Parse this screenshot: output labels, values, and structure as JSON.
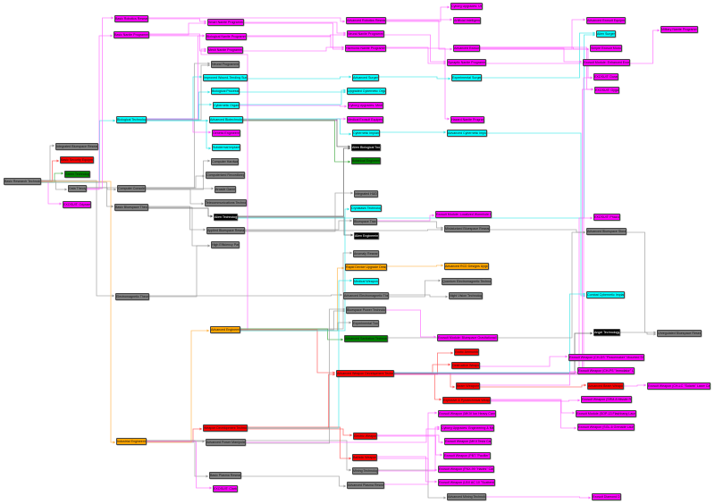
{
  "colors": {
    "gray": "#808080",
    "magenta": "#ff00ff",
    "cyan": "#00ffff",
    "red": "#ff0000",
    "green": "#008000",
    "orange": "#ffa500",
    "black": "#000000"
  },
  "nodes": [
    {
      "id": "brt",
      "label": "Basic Research Technology",
      "color": "gray"
    },
    {
      "id": "ibr",
      "label": "Integrated Bluespace Research",
      "color": "gray"
    },
    {
      "id": "bse",
      "label": "Basic Security Equipment",
      "color": "red"
    },
    {
      "id": "gt",
      "label": "Green Technology",
      "color": "green"
    },
    {
      "id": "dt",
      "label": "Data Theory",
      "color": "gray"
    },
    {
      "id": "eod",
      "label": "EXOSUIT: Odysseus",
      "color": "magenta"
    },
    {
      "id": "brr",
      "label": "Basic Robotics Research",
      "color": "magenta"
    },
    {
      "id": "bnp",
      "label": "Basic Nanite Programming",
      "color": "magenta"
    },
    {
      "id": "snp",
      "label": "Smart Nanite Programming",
      "color": "magenta"
    },
    {
      "id": "bionp",
      "label": "Biological Nanite Programming",
      "color": "magenta"
    },
    {
      "id": "mnp",
      "label": "Mesh Nanite Programming",
      "color": "magenta"
    },
    {
      "id": "np",
      "label": "Neural Programming",
      "color": "gray"
    },
    {
      "id": "iwts",
      "label": "Improved Wound-Tending Surgery",
      "color": "cyan"
    },
    {
      "id": "bp",
      "label": "Biological Processing",
      "color": "cyan"
    },
    {
      "id": "co",
      "label": "Cybernetic Organs",
      "color": "cyan"
    },
    {
      "id": "ab",
      "label": "Advanced Biotechnology",
      "color": "cyan"
    },
    {
      "id": "ge",
      "label": "Genetic Engineering",
      "color": "magenta"
    },
    {
      "id": "si",
      "label": "Subdermal Implants",
      "color": "cyan"
    },
    {
      "id": "bt",
      "label": "Biological Technology",
      "color": "cyan"
    },
    {
      "id": "ch",
      "label": "Computer Hardware",
      "color": "gray"
    },
    {
      "id": "cr",
      "label": "Computerized Recordkeeping",
      "color": "gray"
    },
    {
      "id": "ag",
      "label": "Arcade Games",
      "color": "gray"
    },
    {
      "id": "tt",
      "label": "Telecommunications Technology",
      "color": "gray"
    },
    {
      "id": "cc",
      "label": "Computer Consoles",
      "color": "gray"
    },
    {
      "id": "bbt",
      "label": "Basic Bluespace Theory",
      "color": "gray"
    },
    {
      "id": "at",
      "label": "Alien Technology",
      "color": "black"
    },
    {
      "id": "abr",
      "label": "Applied Bluespace Research",
      "color": "gray"
    },
    {
      "id": "hep",
      "label": "High Efficiency Parts",
      "color": "gray"
    },
    {
      "id": "emt",
      "label": "Electromagnetic Theory",
      "color": "gray"
    },
    {
      "id": "ae",
      "label": "Advanced Engineering",
      "color": "orange"
    },
    {
      "id": "ie",
      "label": "Industrial Engineering",
      "color": "orange"
    },
    {
      "id": "wdt",
      "label": "Weapon Development Technology",
      "color": "red"
    },
    {
      "id": "apm",
      "label": "Advanced Power Manipulation",
      "color": "gray"
    },
    {
      "id": "bpr",
      "label": "Basic Plasma Research",
      "color": "gray"
    },
    {
      "id": "ecl",
      "label": "EXOSUIT: Clarke",
      "color": "magenta"
    },
    {
      "id": "arr",
      "label": "Advanced Robotics Research",
      "color": "magenta"
    },
    {
      "id": "nnp",
      "label": "Neural Nanite Programming",
      "color": "magenta"
    },
    {
      "id": "hnp",
      "label": "Harmonic Nanite Programming",
      "color": "magenta"
    },
    {
      "id": "as",
      "label": "Advanced Surgery",
      "color": "cyan"
    },
    {
      "id": "uco",
      "label": "Upgraded Cybernetic Organs",
      "color": "cyan"
    },
    {
      "id": "cum",
      "label": "Cyborg Upgrades: Medical",
      "color": "magenta"
    },
    {
      "id": "mee",
      "label": "Medical Exosuit Equipment",
      "color": "magenta"
    },
    {
      "id": "ci",
      "label": "Cybernetic Implants",
      "color": "cyan"
    },
    {
      "id": "abt",
      "label": "Alien Biological Tools",
      "color": "black"
    },
    {
      "id": "bte",
      "label": "Botanical Engineering",
      "color": "green"
    },
    {
      "id": "cuu",
      "label": "Cyborg Upgrades: Utility",
      "color": "magenta"
    },
    {
      "id": "ai",
      "label": "Artificial Intelligence",
      "color": "magenta"
    },
    {
      "id": "aex",
      "label": "Advanced Exosuits",
      "color": "magenta"
    },
    {
      "id": "synp",
      "label": "Synaptic Nanite Programming",
      "color": "magenta"
    },
    {
      "id": "es",
      "label": "Experimental Surgery",
      "color": "cyan"
    },
    {
      "id": "hnpr",
      "label": "Hazard Nanite Programs",
      "color": "magenta"
    },
    {
      "id": "aci",
      "label": "Advanced Cybernetic Implants",
      "color": "cyan"
    },
    {
      "id": "aee",
      "label": "Advanced Exosuit Equipment",
      "color": "magenta"
    },
    {
      "id": "mnpr",
      "label": "Military Nanite Programming",
      "color": "magenta"
    },
    {
      "id": "als",
      "label": "Alien Surgery",
      "color": "cyan"
    },
    {
      "id": "sem",
      "label": "Simple Exosuit Modules",
      "color": "magenta"
    },
    {
      "id": "eme",
      "label": "Exosuit Module: Enhanced Exosuit Module",
      "color": "magenta"
    },
    {
      "id": "edu",
      "label": "EXOSUIT: Durand",
      "color": "magenta"
    },
    {
      "id": "egy",
      "label": "EXOSUIT: Gygax",
      "color": "magenta"
    },
    {
      "id": "ihud",
      "label": "Integrated HUDs",
      "color": "gray"
    },
    {
      "id": "cryo",
      "label": "Cryostasis Technology",
      "color": "cyan"
    },
    {
      "id": "btr",
      "label": "Bluespace Travel",
      "color": "gray"
    },
    {
      "id": "aen",
      "label": "Alien Engineering",
      "color": "black"
    },
    {
      "id": "anr",
      "label": "Anomaly Research",
      "color": "gray"
    },
    {
      "id": "rdu",
      "label": "Rapid Device Upgrade Designs",
      "color": "orange"
    },
    {
      "id": "mw",
      "label": "Medical Weaponry",
      "color": "cyan"
    },
    {
      "id": "aemt",
      "label": "Advanced Electromagnetic Theory",
      "color": "gray"
    },
    {
      "id": "bspt",
      "label": "Bluespace Power Technology",
      "color": "gray"
    },
    {
      "id": "ext",
      "label": "Experimental Tools",
      "color": "gray"
    },
    {
      "id": "ast",
      "label": "Advanced Sanitation Technology",
      "color": "green"
    },
    {
      "id": "emw",
      "label": "Exosuit Module: Localized Wormhole Generator",
      "color": "magenta"
    },
    {
      "id": "mbr",
      "label": "Miniaturized Bluespace Research",
      "color": "gray"
    },
    {
      "id": "ard",
      "label": "Advanced RCD Designs Upgrade",
      "color": "orange"
    },
    {
      "id": "qet",
      "label": "Quantum Electromagnetic Technology",
      "color": "gray"
    },
    {
      "id": "nvt",
      "label": "Night Vision Technology",
      "color": "gray"
    },
    {
      "id": "egm",
      "label": "Exosuit Module: Bluespace Gravitational Manipulator",
      "color": "magenta"
    },
    {
      "id": "eph",
      "label": "EXOSUIT: Phazon",
      "color": "magenta"
    },
    {
      "id": "abs",
      "label": "Advanced Bluespace Storage",
      "color": "gray"
    },
    {
      "id": "cci",
      "label": "Combat Cybernetic Implants",
      "color": "cyan"
    },
    {
      "id": "angt",
      "label": "Angel Technology",
      "color": "black"
    },
    {
      "id": "ubr",
      "label": "Unregulated Bluespace Research",
      "color": "gray"
    },
    {
      "id": "awdt",
      "label": "Advanced Weapon Development Technology",
      "color": "red"
    },
    {
      "id": "exa",
      "label": "Exotic Ammunition",
      "color": "red"
    },
    {
      "id": "dw",
      "label": "Destructive Weaponry",
      "color": "red"
    },
    {
      "id": "bw",
      "label": "Beam Weaponry",
      "color": "red"
    },
    {
      "id": "epw",
      "label": "Explosive & Pyrotechnical Weaponry",
      "color": "red"
    },
    {
      "id": "ew1",
      "label": "Exosuit Weapon (MKIV Ion Heavy Cannon)",
      "color": "magenta"
    },
    {
      "id": "cue",
      "label": "Cyborg Upgrades: Engineering & Mining",
      "color": "magenta"
    },
    {
      "id": "ew2",
      "label": "Exosuit Weapon (MKII Tesla Cannon)",
      "color": "magenta"
    },
    {
      "id": "ew3",
      "label": "Exosuit Weapon (PBT \"Pacifier\" Mounted Taser)",
      "color": "magenta"
    },
    {
      "id": "ew4",
      "label": "Exosuit Weapon (FNX-99 \"Hades\" Carbine)",
      "color": "magenta"
    },
    {
      "id": "ew5",
      "label": "Exosuit Weapon (LBX AC 10 \"Scattershot\")",
      "color": "magenta"
    },
    {
      "id": "elw",
      "label": "Electric Weaponry",
      "color": "red"
    },
    {
      "id": "blw",
      "label": "Ballistic Weaponry",
      "color": "red"
    },
    {
      "id": "mt",
      "label": "Mining Technology",
      "color": "gray"
    },
    {
      "id": "apr",
      "label": "Advanced Plasma Research",
      "color": "gray"
    },
    {
      "id": "amt",
      "label": "Advanced Mining Technology",
      "color": "gray"
    },
    {
      "id": "ew6",
      "label": "Exosuit Weapon (CH-DS \"Peacemaker\" Mounted Shotgun)",
      "color": "magenta"
    },
    {
      "id": "ew7",
      "label": "Exosuit Weapon (CH-PS \"Immolator\" Laser)",
      "color": "magenta"
    },
    {
      "id": "abw",
      "label": "Advanced Beam Weaponry",
      "color": "red"
    },
    {
      "id": "ew8",
      "label": "Exosuit Weapon (CH-LC \"Solaris\" Laser Cannon)",
      "color": "magenta"
    },
    {
      "id": "ew9",
      "label": "Exosuit Weapon (SRM-8 Missile Rack)",
      "color": "magenta"
    },
    {
      "id": "ew10",
      "label": "Exosuit Module (SOP-13 Flashbang Launcher)",
      "color": "magenta"
    },
    {
      "id": "ew11",
      "label": "Exosuit Weapon (SGL-6 Grenade Launcher)",
      "color": "magenta"
    },
    {
      "id": "edd",
      "label": "Exosuit Diamond Drill",
      "color": "magenta"
    }
  ],
  "edges": [
    [
      "brt",
      "ibr"
    ],
    [
      "brt",
      "bse"
    ],
    [
      "brt",
      "gt"
    ],
    [
      "brt",
      "dt"
    ],
    [
      "brt",
      "eod"
    ],
    [
      "brt",
      "bt"
    ],
    [
      "brt",
      "emt"
    ],
    [
      "brt",
      "ie"
    ],
    [
      "brt",
      "bbt"
    ],
    [
      "dt",
      "cc"
    ],
    [
      "dt",
      "brr"
    ],
    [
      "dt",
      "bnp"
    ],
    [
      "dt",
      "np"
    ],
    [
      "bnp",
      "snp"
    ],
    [
      "bnp",
      "bionp"
    ],
    [
      "bnp",
      "mnp"
    ],
    [
      "snp",
      "nnp"
    ],
    [
      "snp",
      "hnp"
    ],
    [
      "bionp",
      "hnp"
    ],
    [
      "bionp",
      "nnp"
    ],
    [
      "mnp",
      "hnp"
    ],
    [
      "brr",
      "arr"
    ],
    [
      "brr",
      "snp"
    ],
    [
      "arr",
      "cuu"
    ],
    [
      "arr",
      "ai"
    ],
    [
      "arr",
      "aex"
    ],
    [
      "nnp",
      "synp"
    ],
    [
      "hnp",
      "synp"
    ],
    [
      "hnp",
      "hnpr"
    ],
    [
      "synp",
      "mnpr"
    ],
    [
      "bt",
      "iwts"
    ],
    [
      "bt",
      "bp"
    ],
    [
      "bt",
      "co"
    ],
    [
      "bt",
      "ab"
    ],
    [
      "bt",
      "ge"
    ],
    [
      "bt",
      "si"
    ],
    [
      "bt",
      "bionp"
    ],
    [
      "bt",
      "np"
    ],
    [
      "iwts",
      "as"
    ],
    [
      "as",
      "es"
    ],
    [
      "es",
      "als"
    ],
    [
      "bp",
      "uco"
    ],
    [
      "co",
      "uco"
    ],
    [
      "co",
      "cum"
    ],
    [
      "ab",
      "mee"
    ],
    [
      "ab",
      "ci"
    ],
    [
      "ab",
      "abt"
    ],
    [
      "ab",
      "bte"
    ],
    [
      "ci",
      "aci"
    ],
    [
      "aci",
      "cci"
    ],
    [
      "cc",
      "ch"
    ],
    [
      "cc",
      "cr"
    ],
    [
      "cc",
      "ag"
    ],
    [
      "cc",
      "tt"
    ],
    [
      "bbt",
      "abr"
    ],
    [
      "bbt",
      "hep"
    ],
    [
      "bbt",
      "at"
    ],
    [
      "at",
      "abt"
    ],
    [
      "at",
      "aen"
    ],
    [
      "at",
      "als"
    ],
    [
      "abr",
      "btr"
    ],
    [
      "abr",
      "mbr"
    ],
    [
      "abr",
      "ihud"
    ],
    [
      "btr",
      "emw"
    ],
    [
      "btr",
      "mbr"
    ],
    [
      "mbr",
      "abs"
    ],
    [
      "emt",
      "aemt"
    ],
    [
      "emt",
      "hep"
    ],
    [
      "aemt",
      "qet"
    ],
    [
      "aemt",
      "nvt"
    ],
    [
      "ae",
      "mnp"
    ],
    [
      "ae",
      "rdu"
    ],
    [
      "ae",
      "anr"
    ],
    [
      "ae",
      "bspt"
    ],
    [
      "ae",
      "ext"
    ],
    [
      "ae",
      "ast"
    ],
    [
      "ae",
      "awdt"
    ],
    [
      "ae",
      "cryo"
    ],
    [
      "rdu",
      "ard"
    ],
    [
      "ie",
      "wdt"
    ],
    [
      "ie",
      "apm"
    ],
    [
      "ie",
      "bpr"
    ],
    [
      "ie",
      "ecl"
    ],
    [
      "ie",
      "ae"
    ],
    [
      "ie",
      "mt"
    ],
    [
      "wdt",
      "awdt"
    ],
    [
      "wdt",
      "elw"
    ],
    [
      "wdt",
      "blw"
    ],
    [
      "wdt",
      "mw"
    ],
    [
      "awdt",
      "exa"
    ],
    [
      "awdt",
      "dw"
    ],
    [
      "awdt",
      "bw"
    ],
    [
      "awdt",
      "epw"
    ],
    [
      "awdt",
      "edu"
    ],
    [
      "awdt",
      "egy"
    ],
    [
      "awdt",
      "eph"
    ],
    [
      "awdt",
      "cci"
    ],
    [
      "awdt",
      "angt"
    ],
    [
      "bw",
      "abw"
    ],
    [
      "bw",
      "ew7"
    ],
    [
      "abw",
      "ew8"
    ],
    [
      "epw",
      "ew9"
    ],
    [
      "epw",
      "ew10"
    ],
    [
      "epw",
      "ew11"
    ],
    [
      "dw",
      "ew6"
    ],
    [
      "elw",
      "ew2"
    ],
    [
      "elw",
      "ew3"
    ],
    [
      "blw",
      "ew4"
    ],
    [
      "blw",
      "ew5"
    ],
    [
      "apm",
      "cue"
    ],
    [
      "apm",
      "bspt"
    ],
    [
      "mt",
      "amt"
    ],
    [
      "mt",
      "cue"
    ],
    [
      "bpr",
      "apr"
    ],
    [
      "apr",
      "ew1"
    ],
    [
      "amt",
      "edd"
    ],
    [
      "aex",
      "aee"
    ],
    [
      "aex",
      "sem"
    ],
    [
      "aex",
      "eme"
    ],
    [
      "aex",
      "edu"
    ],
    [
      "aex",
      "egy"
    ],
    [
      "angt",
      "ubr"
    ],
    [
      "abs",
      "ubr"
    ],
    [
      "ast",
      "abs"
    ],
    [
      "bspt",
      "egm"
    ]
  ]
}
